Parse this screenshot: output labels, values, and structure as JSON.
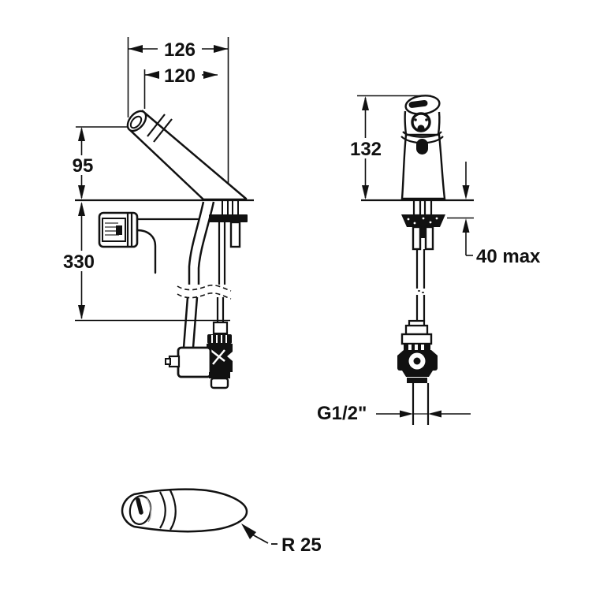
{
  "colors": {
    "background": "#ffffff",
    "ink": "#111111"
  },
  "dimensions": {
    "d126": "126",
    "d120": "120",
    "d95": "95",
    "d330": "330",
    "d132": "132",
    "d40max": "40 max",
    "g_thread": "G1/2\"",
    "r25": "R 25"
  }
}
